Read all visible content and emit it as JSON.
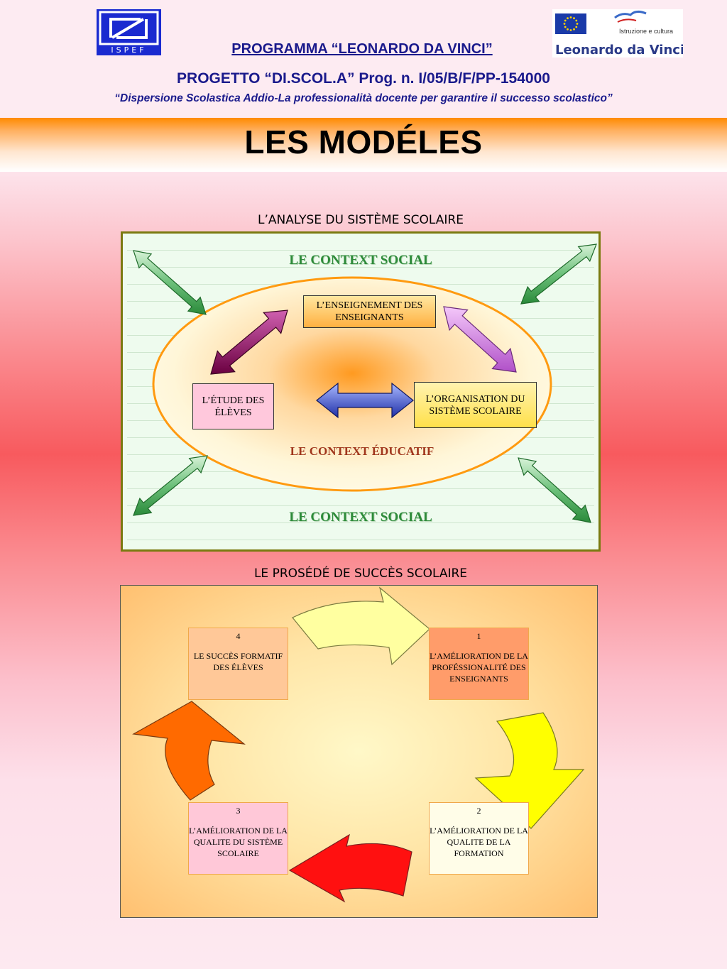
{
  "header": {
    "programme": "PROGRAMMA “LEONARDO DA VINCI”",
    "projet": "PROGETTO “DI.SCOL.A” Prog. n. I/05/B/F/PP-154000",
    "subtitle": "“Dispersione Scolastica Addio-La professionalità docente per garantire il successo scolastico”",
    "ispef_logo_text": "ISPEF",
    "eu_logo_caption": "Istruzione e cultura",
    "eu_logo_name": "Leonardo da Vinci"
  },
  "page_title": "LES MODÉLES",
  "analysis": {
    "title": "L’ANALYSE DU SISTÈME SCOLAIRE",
    "context_social_top": "LE CONTEXT  SOCIAL",
    "context_social_bottom": "LE CONTEXT  SOCIAL",
    "context_educatif": "LE CONTEXT ÉDUCATIF",
    "box_enseignement": "L’ENSEIGNEMENT DES ENSEIGNANTS",
    "box_etude": "L’ÉTUDE DES ÉLÈVES",
    "box_organisation": "L’ORGANISATION DU SISTÈME SCOLAIRE"
  },
  "process": {
    "title": "LE PROSÉDÉ DE SUCCÈS SCOLAIRE",
    "steps": [
      {
        "num": "1",
        "label": "L’AMÉLIORATION DE LA PROFÉSSIONALITÉ DES ENSEIGNANTS"
      },
      {
        "num": "2",
        "label": "L’AMÉLIORATION DE LA  QUALITE DE LA FORMATION"
      },
      {
        "num": "3",
        "label": "L’AMÉLIORATION DE LA  QUALITE DU SISTÈME SCOLAIRE"
      },
      {
        "num": "4",
        "label": "LE SUCCÈS FORMATIF  DES ÉLÈVES"
      }
    ]
  },
  "colors": {
    "header_blue": "#1a1a8c",
    "social_green": "#2e8b3a",
    "educatif_brown": "#a0361c",
    "arrow_green": "#3a9a4a",
    "arrow_purple": "#8a0a5a",
    "arrow_violet": "#d070e0",
    "arrow_blue": "#3048c8",
    "cycle_yellow_light": "#ffffa0",
    "cycle_yellow": "#ffff00",
    "cycle_red": "#ff1010",
    "cycle_orange": "#ff6a00"
  }
}
